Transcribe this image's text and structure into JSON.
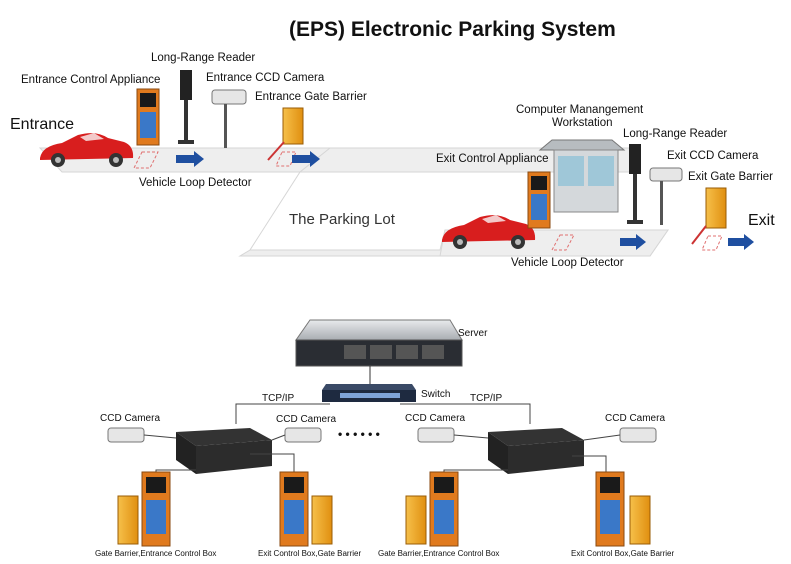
{
  "title": "(EPS) Electronic Parking System",
  "top": {
    "entrance": "Entrance",
    "exit": "Exit",
    "parking_lot": "The Parking Lot",
    "entrance_control_appliance": "Entrance  Control  Appliance",
    "long_range_reader_entrance": "Long-Range Reader",
    "entrance_ccd_camera": "Entrance CCD Camera",
    "entrance_gate_barrier": "Entrance Gate Barrier",
    "vehicle_loop_detector_entrance": "Vehicle Loop Detector",
    "computer_management_line1": "Computer Manangement",
    "computer_management_line2": "Workstation",
    "long_range_reader_exit": "Long-Range Reader",
    "exit_control_appliance": "Exit Control  Appliance",
    "exit_ccd_camera": "Exit CCD Camera",
    "exit_gate_barrier": "Exit Gate Barrier",
    "vehicle_loop_detector_exit": "Vehicle Loop Detector"
  },
  "network": {
    "server": "Server",
    "switch": "Switch",
    "tcpip_left": "TCP/IP",
    "tcpip_right": "TCP/IP",
    "ellipsis": "• • •   • • •",
    "ccd_cameras": [
      "CCD Camera",
      "CCD Camera",
      "CCD Camera",
      "CCD Camera"
    ],
    "bottom_labels": [
      "Gate Barrier,Entrance Control Box",
      "Exit Control Box,Gate Barrier",
      "Gate Barrier,Entrance Control Box",
      "Exit Control Box,Gate Barrier"
    ]
  },
  "colors": {
    "road": "#eeeeee",
    "car": "#d81e1e",
    "arrow": "#1f4fa0",
    "barrier": "#f0a21e",
    "kiosk": "#e07a1e",
    "device": "#2b2b2b",
    "server": "#c9ccd0"
  }
}
